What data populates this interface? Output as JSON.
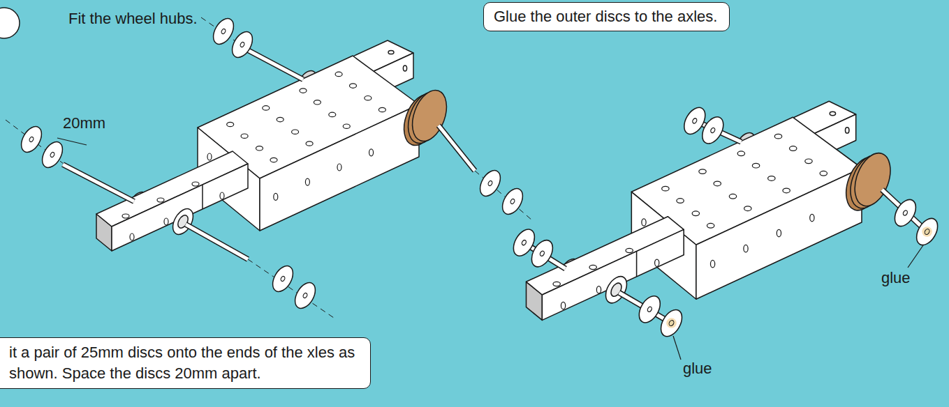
{
  "diagram": {
    "nodes": [
      {
        "text": [
          "Glue the outer discs to the axles."
        ]
      },
      {
        "text": [
          "it a pair of 25mm discs onto the ends of the xles as shown. Space the discs 20mm apart."
        ]
      }
    ],
    "labels": [
      "Fit the wheel hubs.",
      "20mm",
      "glue",
      "glue"
    ]
  }
}
